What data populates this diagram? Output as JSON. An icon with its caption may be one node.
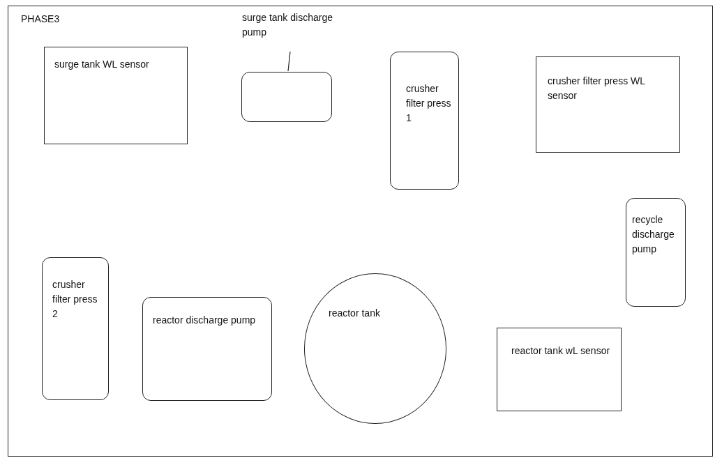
{
  "diagram": {
    "nodes": [
      {
        "text": [
          "PHASE3"
        ]
      },
      {
        "text": [
          "surge tank WL sensor"
        ],
        "in": 0
      },
      {
        "text": [
          "surge tank discharge pump"
        ],
        "in": 0
      },
      {
        "text": [],
        "shape": "box",
        "in": 0
      },
      {
        "text": [
          "crusher filter press 1"
        ],
        "in": 0
      },
      {
        "text": [
          "crusher filter press WL sensor"
        ],
        "in": 0
      },
      {
        "text": [
          "recycle discharge pump"
        ],
        "in": 0
      },
      {
        "text": [
          "crusher filter press 2"
        ],
        "in": 0
      },
      {
        "text": [
          "reactor discharge pump"
        ],
        "in": 0
      },
      {
        "text": [
          "reactor tank"
        ],
        "in": 0
      },
      {
        "text": [
          "reactor tank wL sensor"
        ],
        "in": 0
      }
    ],
    "edges": [
      {
        "from": 2,
        "to": 3,
        "arrow": "none"
      }
    ]
  }
}
